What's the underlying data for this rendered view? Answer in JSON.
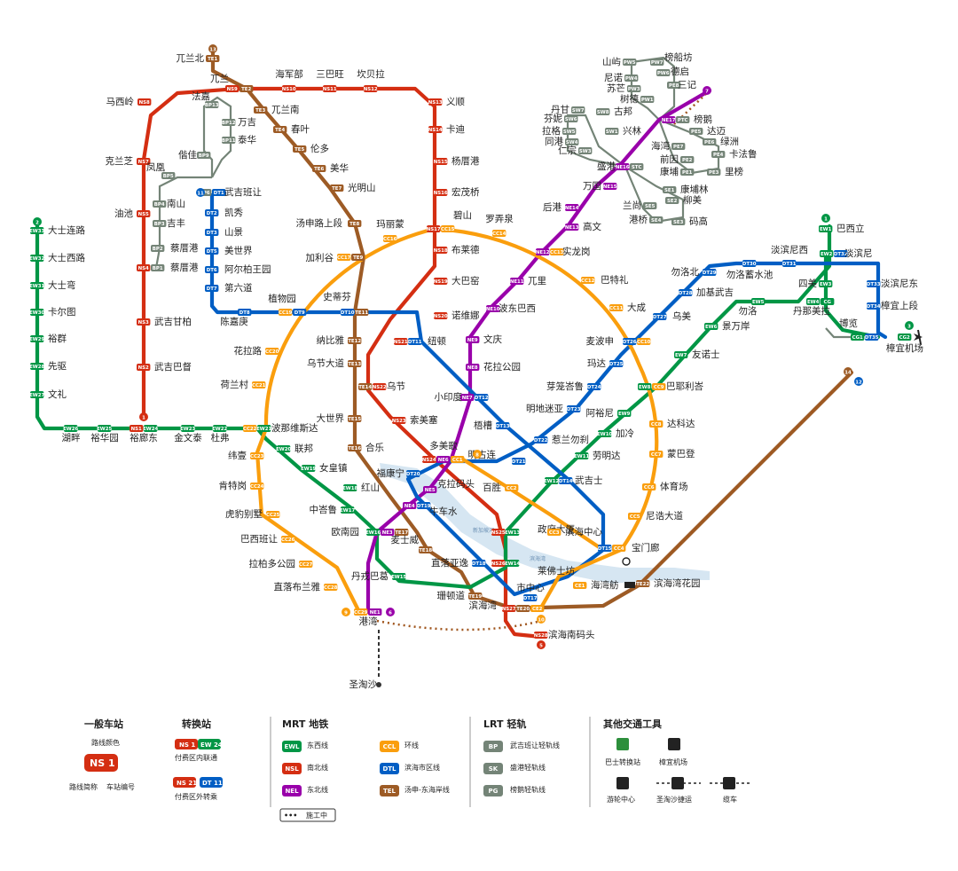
{
  "colors": {
    "NSL": "#d42e12",
    "EWL": "#009645",
    "NEL": "#9900aa",
    "CCL": "#fa9e0d",
    "DTL": "#005ec4",
    "TEL": "#9d5b25",
    "LRT": "#748477",
    "water": "#d6e6f2"
  },
  "lines": [
    {
      "id": "NSL",
      "label": "NSL",
      "name": "南北线",
      "color": "#d42e12"
    },
    {
      "id": "EWL",
      "label": "EWL",
      "name": "东西线",
      "color": "#009645"
    },
    {
      "id": "NEL",
      "label": "NEL",
      "name": "东北线",
      "color": "#9900aa"
    },
    {
      "id": "CCL",
      "label": "CCL",
      "name": "环线",
      "color": "#fa9e0d"
    },
    {
      "id": "DTL",
      "label": "DTL",
      "name": "滨海市区线",
      "color": "#005ec4"
    },
    {
      "id": "TEL",
      "label": "TEL",
      "name": "汤申-东海岸线",
      "color": "#9d5b25"
    }
  ],
  "stations": {
    "s01": {
      "name": "兀兰北",
      "codes": [
        "TE1"
      ]
    },
    "s02": {
      "name": "兀兰",
      "codes": [
        "NS9",
        "TE2"
      ]
    },
    "s03": {
      "name": "马西岭",
      "codes": [
        "NS8"
      ]
    },
    "s04": {
      "name": "海军部",
      "codes": [
        "NS10"
      ]
    },
    "s05": {
      "name": "三巴旺",
      "codes": [
        "NS11"
      ]
    },
    "s06": {
      "name": "坎贝拉",
      "codes": [
        "NS12"
      ]
    },
    "s07": {
      "name": "义顺",
      "codes": [
        "NS13"
      ]
    },
    "s08": {
      "name": "兀兰南",
      "codes": [
        "TE3"
      ]
    },
    "s09": {
      "name": "春叶",
      "codes": [
        "TE4"
      ]
    },
    "s10": {
      "name": "伦多",
      "codes": [
        "TE5"
      ]
    },
    "s11": {
      "name": "美华",
      "codes": [
        "TE6"
      ]
    },
    "s12": {
      "name": "光明山",
      "codes": [
        "TE7"
      ]
    },
    "s13": {
      "name": "汤申路上段",
      "codes": [
        "TE8"
      ]
    },
    "s14": {
      "name": "卡迪",
      "codes": [
        "NS14"
      ]
    },
    "s15": {
      "name": "杨厝港",
      "codes": [
        "NS15"
      ]
    },
    "s16": {
      "name": "宏茂桥",
      "codes": [
        "NS16"
      ]
    },
    "s17": {
      "name": "克兰芝",
      "codes": [
        "NS7"
      ]
    },
    "s18": {
      "name": "油池",
      "codes": [
        "NS5"
      ]
    },
    "s19": {
      "name": "蔡厝港",
      "codes": [
        "NS4",
        "BP1"
      ]
    },
    "s20": {
      "name": "武吉甘柏",
      "codes": [
        "NS3"
      ]
    },
    "s21": {
      "name": "武吉巴督",
      "codes": [
        "NS2"
      ]
    },
    "s22": {
      "name": "裕廊东",
      "codes": [
        "NS1",
        "EW24"
      ]
    },
    "s23": {
      "name": "武吉班让",
      "codes": [
        "BP6",
        "DT1"
      ]
    },
    "s24": {
      "name": "凯秀",
      "codes": [
        "DT2"
      ]
    },
    "s25": {
      "name": "山景",
      "codes": [
        "DT3"
      ]
    },
    "s26": {
      "name": "美世界",
      "codes": [
        "DT5"
      ]
    },
    "s27": {
      "name": "阿尔柏王园",
      "codes": [
        "DT6"
      ]
    },
    "s28": {
      "name": "第六道",
      "codes": [
        "DT7"
      ]
    },
    "s29": {
      "name": "陈嘉庚",
      "codes": [
        "DT8"
      ]
    },
    "s30": {
      "name": "植物园",
      "codes": [
        "CC19",
        "DT9"
      ]
    },
    "s31": {
      "name": "史蒂芬",
      "codes": [
        "DT10",
        "TE11"
      ]
    },
    "s32": {
      "name": "加利谷",
      "codes": [
        "CC17",
        "TE9"
      ]
    },
    "s33": {
      "name": "玛丽蒙",
      "codes": [
        "CC16"
      ]
    },
    "s34": {
      "name": "碧山",
      "codes": [
        "NS17",
        "CC15"
      ]
    },
    "s35": {
      "name": "罗弄泉",
      "codes": [
        "CC14"
      ]
    },
    "s36": {
      "name": "实龙岗",
      "codes": [
        "NE12",
        "CC13"
      ]
    },
    "s37": {
      "name": "巴特礼",
      "codes": [
        "CC12"
      ]
    },
    "s38": {
      "name": "大成",
      "codes": [
        "CC11"
      ]
    },
    "s39": {
      "name": "麦波申",
      "codes": [
        "DT26",
        "CC10"
      ]
    },
    "s40": {
      "name": "布莱德",
      "codes": [
        "NS18"
      ]
    },
    "s41": {
      "name": "大巴窑",
      "codes": [
        "NS19"
      ]
    },
    "s42": {
      "name": "诺维娜",
      "codes": [
        "NS20"
      ]
    },
    "s43": {
      "name": "纽顿",
      "codes": [
        "NS21",
        "DT11"
      ]
    },
    "s44": {
      "name": "纳比雅",
      "codes": [
        "TE12"
      ]
    },
    "s45": {
      "name": "乌节大道",
      "codes": [
        "TE13"
      ]
    },
    "s46": {
      "name": "乌节",
      "codes": [
        "TE14",
        "NS22"
      ]
    },
    "s47": {
      "name": "大世界",
      "codes": [
        "TE15"
      ]
    },
    "s48": {
      "name": "索美塞",
      "codes": [
        "NS23"
      ]
    },
    "s49": {
      "name": "合乐",
      "codes": [
        "TE16"
      ]
    },
    "s50": {
      "name": "多美歌",
      "codes": [
        "NS24",
        "NE6",
        "CC1"
      ]
    },
    "s51": {
      "name": "花拉路",
      "codes": [
        "CC20"
      ]
    },
    "s52": {
      "name": "荷兰村",
      "codes": [
        "CC21"
      ]
    },
    "s53": {
      "name": "波那维斯达",
      "codes": [
        "CC22",
        "EW21"
      ]
    },
    "s54": {
      "name": "纬壹",
      "codes": [
        "CC23"
      ]
    },
    "s55": {
      "name": "肯特岗",
      "codes": [
        "CC24"
      ]
    },
    "s56": {
      "name": "虎豹别墅",
      "codes": [
        "CC25"
      ]
    },
    "s57": {
      "name": "巴西班让",
      "codes": [
        "CC26"
      ]
    },
    "s58": {
      "name": "拉柏多公园",
      "codes": [
        "CC27"
      ]
    },
    "s59": {
      "name": "直落布兰雅",
      "codes": [
        "CC28"
      ]
    },
    "s60": {
      "name": "港湾",
      "codes": [
        "CC29",
        "NE1"
      ]
    },
    "s61": {
      "name": "大士连路",
      "codes": [
        "EW33"
      ]
    },
    "s62": {
      "name": "大士西路",
      "codes": [
        "EW32"
      ]
    },
    "s63": {
      "name": "大士弯",
      "codes": [
        "EW31"
      ]
    },
    "s64": {
      "name": "卡尔图",
      "codes": [
        "EW30"
      ]
    },
    "s65": {
      "name": "裕群",
      "codes": [
        "EW29"
      ]
    },
    "s66": {
      "name": "先驱",
      "codes": [
        "EW28"
      ]
    },
    "s67": {
      "name": "文礼",
      "codes": [
        "EW27"
      ]
    },
    "s68": {
      "name": "湖畔",
      "codes": [
        "EW26"
      ]
    },
    "s69": {
      "name": "裕华园",
      "codes": [
        "EW25"
      ]
    },
    "s70": {
      "name": "金文泰",
      "codes": [
        "EW23"
      ]
    },
    "s71": {
      "name": "杜弗",
      "codes": [
        "EW22"
      ]
    },
    "s72": {
      "name": "联邦",
      "codes": [
        "EW20"
      ]
    },
    "s73": {
      "name": "女皇镇",
      "codes": [
        "EW19"
      ]
    },
    "s74": {
      "name": "红山",
      "codes": [
        "EW18"
      ]
    },
    "s75": {
      "name": "中峇鲁",
      "codes": [
        "EW17"
      ]
    },
    "s76": {
      "name": "欧南园",
      "codes": [
        "EW16",
        "NE3",
        "TE17"
      ]
    },
    "s77": {
      "name": "丹戎巴葛",
      "codes": [
        "EW15"
      ]
    },
    "s78": {
      "name": "麦士威",
      "codes": [
        "TE18"
      ]
    },
    "s79": {
      "name": "直落亚逸",
      "codes": [
        "DT18"
      ]
    },
    "s80": {
      "name": "莱佛士坊",
      "codes": [
        "NS26",
        "EW14"
      ]
    },
    "s81": {
      "name": "政府大厦",
      "codes": [
        "NS25",
        "EW13"
      ]
    },
    "s82": {
      "name": "武吉士",
      "codes": [
        "EW12",
        "DT14"
      ]
    },
    "s83": {
      "name": "劳明达",
      "codes": [
        "EW11"
      ]
    },
    "s84": {
      "name": "加冷",
      "codes": [
        "EW10"
      ]
    },
    "s85": {
      "name": "阿裕尼",
      "codes": [
        "EW9"
      ]
    },
    "s86": {
      "name": "巴耶利峇",
      "codes": [
        "EW8",
        "CC9"
      ]
    },
    "s87": {
      "name": "友诺士",
      "codes": [
        "EW7"
      ]
    },
    "s88": {
      "name": "景万岸",
      "codes": [
        "EW6"
      ]
    },
    "s89": {
      "name": "勿洛",
      "codes": [
        "EW5"
      ]
    },
    "s90": {
      "name": "丹那美拉",
      "codes": [
        "EW4",
        "CG"
      ]
    },
    "s91": {
      "name": "四美",
      "codes": [
        "EW3"
      ]
    },
    "s92": {
      "name": "淡滨尼",
      "codes": [
        "EW2",
        "DT32"
      ]
    },
    "s93": {
      "name": "巴西立",
      "codes": [
        "EW1"
      ]
    },
    "s94": {
      "name": "博览",
      "codes": [
        "CG1",
        "DT35"
      ]
    },
    "s95": {
      "name": "樟宜机场",
      "codes": [
        "CG2"
      ]
    },
    "s96": {
      "name": "达科达",
      "codes": [
        "CC8"
      ]
    },
    "s97": {
      "name": "蒙巴登",
      "codes": [
        "CC7"
      ]
    },
    "s98": {
      "name": "体育场",
      "codes": [
        "CC6"
      ]
    },
    "s99": {
      "name": "尼诰大道",
      "codes": [
        "CC5"
      ]
    },
    "s100": {
      "name": "宝门廊",
      "codes": [
        "DT15",
        "CC4"
      ]
    },
    "s101": {
      "name": "滨海中心",
      "codes": [
        "CC3"
      ]
    },
    "s102": {
      "name": "百胜",
      "codes": [
        "CC2"
      ]
    },
    "s103": {
      "name": "海湾舫",
      "codes": [
        "CE1"
      ]
    },
    "s104": {
      "name": "滨海湾",
      "codes": [
        "NS27",
        "TE20",
        "CE2"
      ]
    },
    "s105": {
      "name": "滨海南码头",
      "codes": [
        "NS28"
      ]
    },
    "s106": {
      "name": "市中心",
      "codes": [
        "DT17"
      ]
    },
    "s107": {
      "name": "滨海湾花园",
      "codes": [
        "TE22"
      ]
    },
    "s108": {
      "name": "珊顿道",
      "codes": [
        "TE19"
      ]
    },
    "s109": {
      "name": "克拉码头",
      "codes": [
        "NE5"
      ]
    },
    "s110": {
      "name": "牛车水",
      "codes": [
        "NE4",
        "DT19"
      ]
    },
    "s111": {
      "name": "福康宁",
      "codes": [
        "DT20"
      ]
    },
    "s112": {
      "name": "明古连",
      "codes": [
        "DT21"
      ]
    },
    "s113": {
      "name": "梧槽",
      "codes": [
        "DT13"
      ]
    },
    "s114": {
      "name": "小印度",
      "codes": [
        "NE7",
        "DT12"
      ]
    },
    "s115": {
      "name": "花拉公园",
      "codes": [
        "NE8"
      ]
    },
    "s116": {
      "name": "文庆",
      "codes": [
        "NE9"
      ]
    },
    "s117": {
      "name": "波东巴西",
      "codes": [
        "NE10"
      ]
    },
    "s118": {
      "name": "兀里",
      "codes": [
        "NE11"
      ]
    },
    "s119": {
      "name": "高文",
      "codes": [
        "NE13"
      ]
    },
    "s120": {
      "name": "后港",
      "codes": [
        "NE14"
      ]
    },
    "s121": {
      "name": "万国",
      "codes": [
        "NE15"
      ]
    },
    "s122": {
      "name": "盛港",
      "codes": [
        "NE16",
        "STC"
      ]
    },
    "s123": {
      "name": "榜鹅",
      "codes": [
        "NE17",
        "PTC"
      ]
    },
    "s124": {
      "name": "乌美",
      "codes": [
        "DT27"
      ]
    },
    "s125": {
      "name": "加基武吉",
      "codes": [
        "DT28"
      ]
    },
    "s126": {
      "name": "勿洛北",
      "codes": [
        "DT29"
      ]
    },
    "s127": {
      "name": "勿洛蓄水池",
      "codes": [
        "DT30"
      ]
    },
    "s128": {
      "name": "淡滨尼西",
      "codes": [
        "DT31"
      ]
    },
    "s129": {
      "name": "淡滨尼东",
      "codes": [
        "DT33"
      ]
    },
    "s130": {
      "name": "樟宜上段",
      "codes": [
        "DT34"
      ]
    },
    "s131": {
      "name": "玛达",
      "codes": [
        "DT25"
      ]
    },
    "s132": {
      "name": "芽笼峇鲁",
      "codes": [
        "DT24"
      ]
    },
    "s133": {
      "name": "明地迷亚",
      "codes": [
        "DT23"
      ]
    },
    "s134": {
      "name": "惹兰勿刹",
      "codes": [
        "DT22"
      ]
    },
    "s135": {
      "name": "法嘉",
      "codes": [
        "BP13"
      ]
    },
    "s136": {
      "name": "万吉",
      "codes": [
        "BP12"
      ]
    },
    "s137": {
      "name": "蔡厝港",
      "codes": [
        "BP2"
      ]
    },
    "s138": {
      "name": "凤凰",
      "codes": [
        "BP5"
      ]
    },
    "s139": {
      "name": "泰华",
      "codes": [
        "BP11"
      ]
    },
    "s140": {
      "name": "偕佳",
      "codes": [
        "BP9"
      ]
    },
    "s141": {
      "name": "吉丰",
      "codes": [
        "BP3"
      ]
    },
    "s142": {
      "name": "南山",
      "codes": [
        "BP4"
      ]
    },
    "s143": {
      "name": "山屿",
      "codes": [
        "PW5"
      ]
    },
    "s144": {
      "name": "尼诺",
      "codes": [
        "PW4"
      ]
    },
    "s145": {
      "name": "苏芒",
      "codes": [
        "PW3"
      ]
    },
    "s146": {
      "name": "树德",
      "codes": [
        "PW1"
      ]
    },
    "s147": {
      "name": "丹甘",
      "codes": [
        "SW7"
      ]
    },
    "s148": {
      "name": "芬妮",
      "codes": [
        "SW6"
      ]
    },
    "s149": {
      "name": "拉格",
      "codes": [
        "SW5"
      ]
    },
    "s150": {
      "name": "同港",
      "codes": [
        "SW4"
      ]
    },
    "s151": {
      "name": "仁宗",
      "codes": [
        "SW3"
      ]
    },
    "s152": {
      "name": "古邦",
      "codes": [
        "SW8"
      ]
    },
    "s153": {
      "name": "兴林",
      "codes": [
        "SW1"
      ]
    },
    "s154": {
      "name": "达迈",
      "codes": [
        "PE5"
      ]
    },
    "s155": {
      "name": "绿洲",
      "codes": [
        "PE6"
      ]
    },
    "s156": {
      "name": "卡法鲁",
      "codes": [
        "PE4"
      ]
    },
    "s157": {
      "name": "里榜",
      "codes": [
        "PE3"
      ]
    },
    "s158": {
      "name": "海湾",
      "codes": [
        "PE7"
      ]
    },
    "s159": {
      "name": "前因",
      "codes": [
        "PE2"
      ]
    },
    "s160": {
      "name": "康埔",
      "codes": [
        "PE1"
      ]
    },
    "s161": {
      "name": "康埔林",
      "codes": [
        "SE1"
      ]
    },
    "s162": {
      "name": "兰尚",
      "codes": [
        "SE5"
      ]
    },
    "s163": {
      "name": "柳美",
      "codes": [
        "SE2"
      ]
    },
    "s164": {
      "name": "港桥",
      "codes": [
        "SE4"
      ]
    },
    "s165": {
      "name": "码高",
      "codes": [
        "SE3"
      ]
    },
    "s166": {
      "name": "榜船坊",
      "codes": [
        "PW7"
      ]
    },
    "s167": {
      "name": "德启",
      "codes": [
        "PW6"
      ]
    },
    "s168": {
      "name": "三记",
      "codes": [
        "PE8"
      ]
    },
    "s169": {
      "name": "圣淘沙",
      "codes": []
    }
  },
  "terminus_numbers": {
    "t1": "13",
    "t2": "2",
    "t3": "1",
    "t4": "1",
    "t5": "8",
    "t6": "9",
    "t7": "6",
    "t8": "5",
    "t9": "10",
    "t10": "7",
    "t11": "14",
    "t12": "12",
    "t13": "11",
    "t14": "3"
  },
  "sea_labels": [
    "滨海湾",
    "新加坡河"
  ],
  "legend": {
    "general_station_title": "一般车站",
    "general_station_color_label": "路线颜色",
    "general_station_example": "NS 1",
    "general_station_line_abbr": "路线简称",
    "general_station_number": "车站编号",
    "interchange_title": "转换站",
    "interchange_example1": [
      "NS 1",
      "EW 24"
    ],
    "interchange_desc1": "付费区内联通",
    "interchange_example2": [
      "NS 21",
      "DT 11"
    ],
    "interchange_desc2": "付费区外转乘",
    "mrt_title": "MRT  地铁",
    "mrt_lines": [
      {
        "abbr": "EWL",
        "name": "东西线",
        "color": "#009645"
      },
      {
        "abbr": "NSL",
        "name": "南北线",
        "color": "#d42e12"
      },
      {
        "abbr": "NEL",
        "name": "东北线",
        "color": "#9900aa"
      },
      {
        "abbr": "CCL",
        "name": "环线",
        "color": "#fa9e0d"
      },
      {
        "abbr": "DTL",
        "name": "滨海市区线",
        "color": "#005ec4"
      },
      {
        "abbr": "TEL",
        "name": "汤申-东海岸线",
        "color": "#9d5b25"
      }
    ],
    "construction_label": "施工中",
    "lrt_title": "LRT  轻轨",
    "lrt_lines": [
      {
        "abbr": "BP",
        "name": "武吉班让轻轨线"
      },
      {
        "abbr": "SK",
        "name": "盛港轻轨线"
      },
      {
        "abbr": "PG",
        "name": "榜鹅轻轨线"
      }
    ],
    "other_title": "其他交通工具",
    "bus_interchange": "巴士转换站",
    "changi_airport": "樟宜机场",
    "cruise_centre": "游轮中心",
    "sentosa_express": "圣淘沙捷运",
    "cable_car": "缆车"
  }
}
